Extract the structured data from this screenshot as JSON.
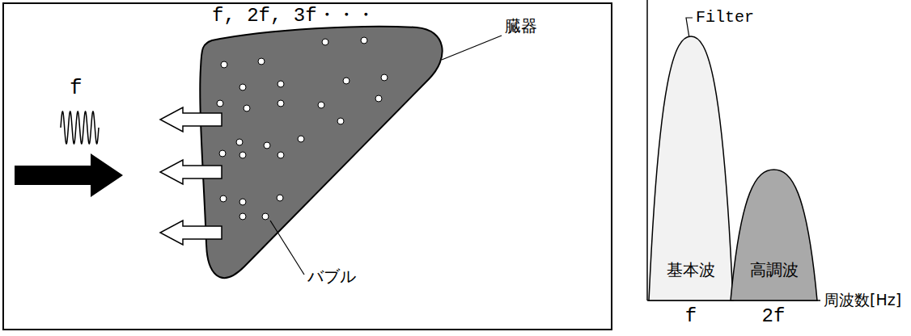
{
  "diagram": {
    "nodes": [
      {
        "text": [
          "基本波"
        ]
      },
      {
        "text": [
          "高調波"
        ]
      }
    ],
    "labels": [
      "f",
      "f, 2f, 3f・・・",
      "臓器",
      "バブル",
      "Filter",
      "f",
      "2f",
      "周波数[Hz]"
    ]
  }
}
